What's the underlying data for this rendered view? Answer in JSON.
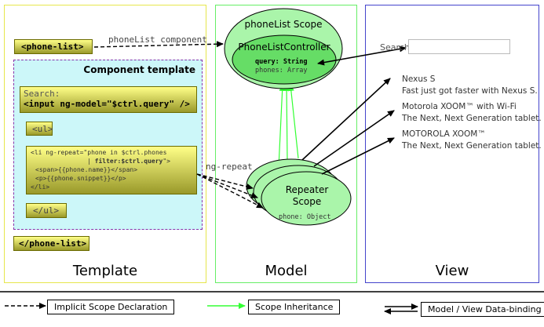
{
  "panels": {
    "template_label": "Template",
    "model_label": "Model",
    "view_label": "View"
  },
  "template": {
    "phone_list_open": "<phone-list>",
    "phone_list_close": "</phone-list>",
    "component_template_title": "Component template",
    "search_label": "Search:",
    "search_input_code": "<input ng-model=\"$ctrl.query\" />",
    "ul_open": "<ul>",
    "ul_close": "</ul>",
    "li_line1": "<li ng-repeat=\"phone in $ctrl.phones",
    "li_line2_pre": "| ",
    "li_line2_bold": "filter:$ctrl.query",
    "li_line2_post": "\">",
    "li_line3": "<span>{{phone.name}}</span>",
    "li_line4": "<p>{{phone.snippet}}</p>",
    "li_line5": "</li>"
  },
  "edges": {
    "component_label": "phoneList component",
    "repeat_label": "ng-repeat"
  },
  "model": {
    "scope_title": "phoneList Scope",
    "controller_title": "PhoneListController",
    "query_key": "query",
    "query_type": ": String",
    "phones_key": "phones",
    "phones_type": ": Array",
    "repeater_title_1": "Repeater",
    "repeater_title_2": "Scope",
    "phone_key": "phone",
    "phone_type": ": Object"
  },
  "view": {
    "search_label": "Search:",
    "items": [
      {
        "name": "Nexus S",
        "snippet": "Fast just got faster with Nexus S."
      },
      {
        "name": "Motorola XOOM™ with Wi-Fi",
        "snippet": "The Next, Next Generation tablet."
      },
      {
        "name": "MOTOROLA XOOM™",
        "snippet": "The Next, Next Generation tablet."
      }
    ]
  },
  "legend": {
    "implicit_scope": "Implicit Scope Declaration",
    "scope_inheritance": "Scope Inheritance",
    "data_binding": "Model / View Data-binding"
  },
  "colors": {
    "scope_fill": "#aaf5aa",
    "controller_fill": "#66dd66",
    "inherit_arrow": "#33ff33",
    "template_border": "#e6e64c",
    "model_border": "#66ee66",
    "view_border": "#4444cc",
    "component_title": "#6a1b8a"
  }
}
